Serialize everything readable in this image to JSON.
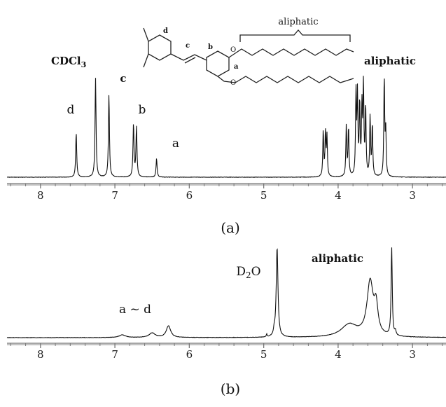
{
  "chart_data": [
    {
      "type": "line",
      "panel_label": "(a)",
      "x_axis": {
        "ticks": [
          8,
          7,
          6,
          5,
          4,
          3
        ],
        "xlim": [
          8.45,
          2.55
        ],
        "reversed": true
      },
      "annotations": [
        {
          "text": "CDCl3",
          "x": 7.26
        },
        {
          "text": "d",
          "x": 7.52
        },
        {
          "text": "c",
          "x": 7.08
        },
        {
          "text": "b",
          "x": 6.73
        },
        {
          "text": "a",
          "x": 6.44
        },
        {
          "text": "aliphatic",
          "x": 3.4
        }
      ],
      "structure": {
        "labels": [
          "d",
          "c",
          "b",
          "a"
        ],
        "bracket_label": "aliphatic"
      },
      "peaks": [
        {
          "x": 7.52,
          "height": 0.45,
          "width": 0.008
        },
        {
          "x": 7.26,
          "height": 1.0,
          "width": 0.008
        },
        {
          "x": 7.08,
          "height": 0.83,
          "width": 0.008
        },
        {
          "x": 6.75,
          "height": 0.53,
          "width": 0.008
        },
        {
          "x": 6.71,
          "height": 0.5,
          "width": 0.008
        },
        {
          "x": 6.44,
          "height": 0.19,
          "width": 0.008
        },
        {
          "x": 4.2,
          "height": 0.46,
          "width": 0.007
        },
        {
          "x": 4.17,
          "height": 0.44,
          "width": 0.007
        },
        {
          "x": 4.15,
          "height": 0.4,
          "width": 0.007
        },
        {
          "x": 3.89,
          "height": 0.51,
          "width": 0.007
        },
        {
          "x": 3.86,
          "height": 0.49,
          "width": 0.007
        },
        {
          "x": 3.76,
          "height": 0.82,
          "width": 0.007
        },
        {
          "x": 3.74,
          "height": 0.79,
          "width": 0.007
        },
        {
          "x": 3.71,
          "height": 0.72,
          "width": 0.007
        },
        {
          "x": 3.68,
          "height": 0.66,
          "width": 0.007
        },
        {
          "x": 3.66,
          "height": 0.95,
          "width": 0.007
        },
        {
          "x": 3.63,
          "height": 0.69,
          "width": 0.007
        },
        {
          "x": 3.57,
          "height": 0.6,
          "width": 0.007
        },
        {
          "x": 3.54,
          "height": 0.52,
          "width": 0.007
        },
        {
          "x": 3.38,
          "height": 1.0,
          "width": 0.007
        },
        {
          "x": 3.36,
          "height": 0.45,
          "width": 0.007
        }
      ]
    },
    {
      "type": "line",
      "panel_label": "(b)",
      "x_axis": {
        "ticks": [
          8,
          7,
          6,
          5,
          4,
          3
        ],
        "xlim": [
          8.45,
          2.55
        ],
        "reversed": true
      },
      "annotations": [
        {
          "text": "a ~ d",
          "x": 6.65
        },
        {
          "text": "D2O",
          "x": 4.92
        },
        {
          "text": "aliphatic",
          "x": 3.75
        }
      ],
      "peaks": [
        {
          "x": 6.9,
          "height": 0.03,
          "width": 0.05
        },
        {
          "x": 6.5,
          "height": 0.05,
          "width": 0.05
        },
        {
          "x": 6.28,
          "height": 0.13,
          "width": 0.035
        },
        {
          "x": 4.82,
          "height": 1.0,
          "width": 0.014
        },
        {
          "x": 4.86,
          "height": 0.05,
          "width": 0.01
        },
        {
          "x": 4.96,
          "height": 0.03,
          "width": 0.006
        },
        {
          "x": 3.85,
          "height": 0.14,
          "width": 0.13
        },
        {
          "x": 3.57,
          "height": 0.6,
          "width": 0.05
        },
        {
          "x": 3.49,
          "height": 0.3,
          "width": 0.03
        },
        {
          "x": 3.28,
          "height": 0.98,
          "width": 0.009
        },
        {
          "x": 3.23,
          "height": 0.05,
          "width": 0.01
        }
      ]
    }
  ]
}
